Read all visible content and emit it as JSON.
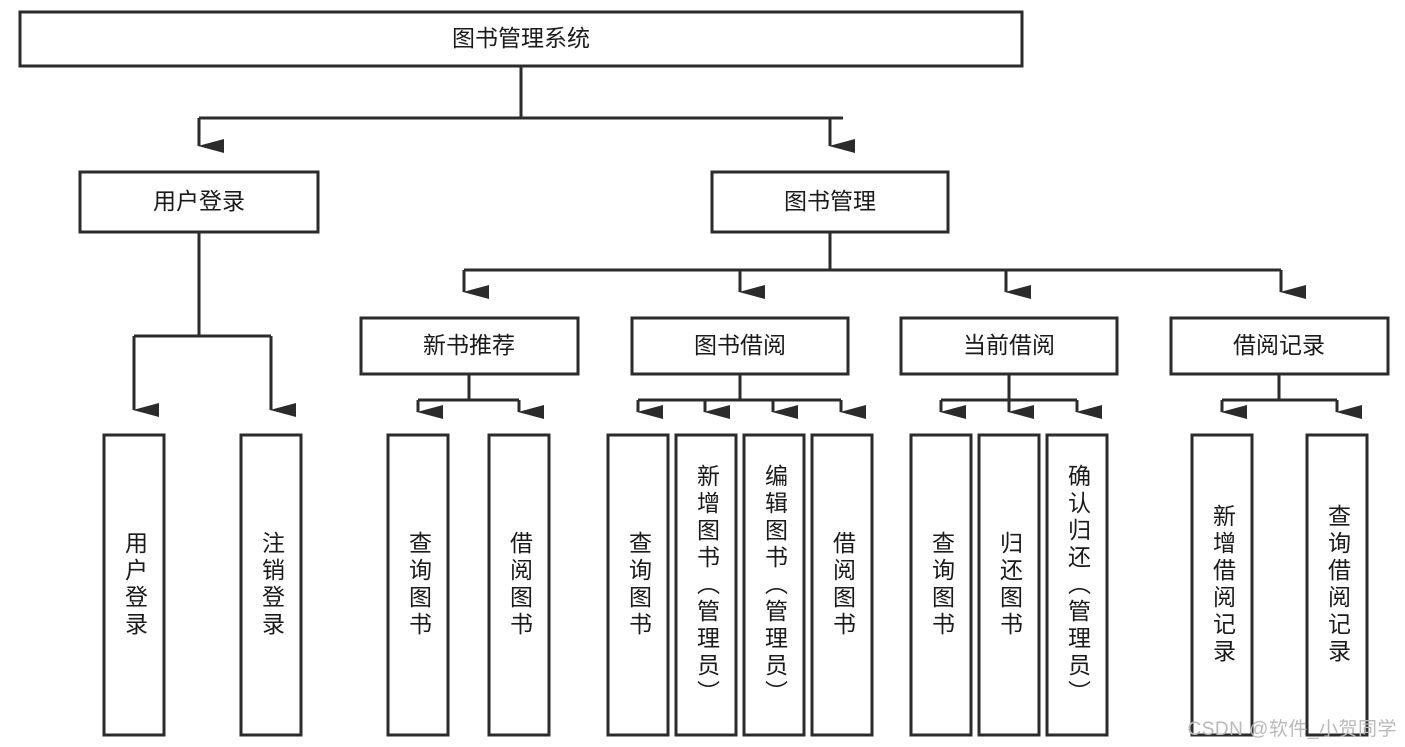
{
  "diagram": {
    "type": "tree-hierarchy-chart",
    "title": "图书管理系统",
    "orientation": "top-down",
    "style": {
      "box_fill": "#ffffff",
      "box_stroke": "#2b2b2b",
      "connector_color": "#2b2b2b",
      "text_color": "#1a1a1a",
      "background": "#ffffff"
    },
    "root": {
      "label": "图书管理系统"
    },
    "level2": [
      {
        "id": "user-login",
        "label": "用户登录"
      },
      {
        "id": "book-management",
        "label": "图书管理"
      }
    ],
    "level3": [
      {
        "id": "new-book-recommend",
        "label": "新书推荐",
        "parent": "book-management"
      },
      {
        "id": "book-borrow",
        "label": "图书借阅",
        "parent": "book-management"
      },
      {
        "id": "current-borrow",
        "label": "当前借阅",
        "parent": "book-management"
      },
      {
        "id": "borrow-record",
        "label": "借阅记录",
        "parent": "book-management"
      }
    ],
    "leaves": [
      {
        "id": "leaf-user-login",
        "label": "用户登录",
        "parent": "user-login"
      },
      {
        "id": "leaf-logout-login",
        "label": "注销登录",
        "parent": "user-login"
      },
      {
        "id": "leaf-query-book-1",
        "label": "查询图书",
        "parent": "new-book-recommend"
      },
      {
        "id": "leaf-borrow-book-1",
        "label": "借阅图书",
        "parent": "new-book-recommend"
      },
      {
        "id": "leaf-query-book-2",
        "label": "查询图书",
        "parent": "book-borrow"
      },
      {
        "id": "leaf-add-book-admin",
        "label": "新增图书（管理员）",
        "parent": "book-borrow"
      },
      {
        "id": "leaf-edit-book-admin",
        "label": "编辑图书（管理员）",
        "parent": "book-borrow"
      },
      {
        "id": "leaf-borrow-book-2",
        "label": "借阅图书",
        "parent": "book-borrow"
      },
      {
        "id": "leaf-query-book-3",
        "label": "查询图书",
        "parent": "current-borrow"
      },
      {
        "id": "leaf-return-book",
        "label": "归还图书",
        "parent": "current-borrow"
      },
      {
        "id": "leaf-confirm-return-admin",
        "label": "确认归还（管理员）",
        "parent": "current-borrow"
      },
      {
        "id": "leaf-add-borrow-record",
        "label": "新增借阅记录",
        "parent": "borrow-record"
      },
      {
        "id": "leaf-query-borrow-record",
        "label": "查询借阅记录",
        "parent": "borrow-record"
      }
    ]
  },
  "watermark": {
    "text": "CSDN @软件_小贺同学"
  }
}
